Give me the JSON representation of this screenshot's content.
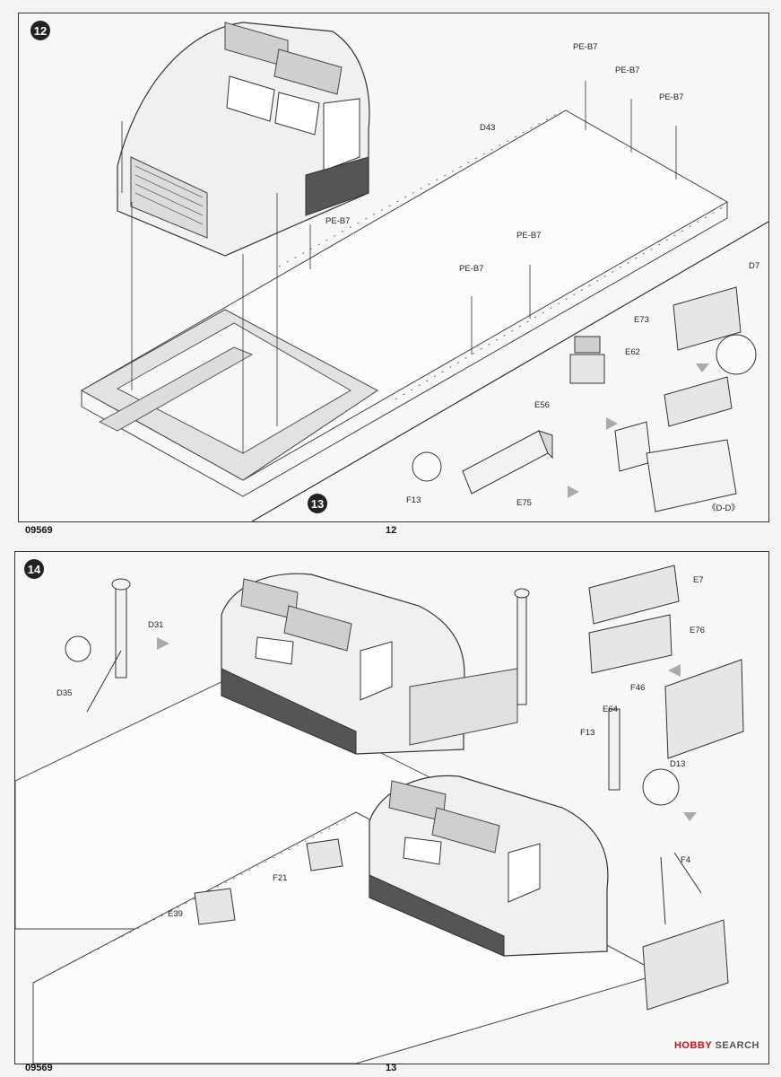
{
  "page": {
    "left_number": "09569",
    "top_page": "12",
    "bottom_page": "13",
    "watermark_brand": "HOBBY",
    "watermark_word": "SEARCH"
  },
  "top": {
    "step_a": "12",
    "step_b": "13",
    "labels": {
      "d43": "D43",
      "pe1": "PE-B7",
      "pe2": "PE-B7",
      "pe3": "PE-B7",
      "pe4": "PE-B7",
      "pe5": "PE-B7",
      "pe6": "PE-B7",
      "d7": "D7",
      "e73": "E73",
      "e62": "E62",
      "e56": "E56",
      "f13": "F13",
      "e75": "E75",
      "dd": "《D-D》"
    }
  },
  "bottom": {
    "step": "14",
    "labels": {
      "d31": "D31",
      "d35": "D35",
      "e7": "E7",
      "e76": "E76",
      "f46": "F46",
      "e64": "E64",
      "f13": "F13",
      "d13": "D13",
      "f4": "F4",
      "f21": "F21",
      "e39": "E39"
    }
  }
}
